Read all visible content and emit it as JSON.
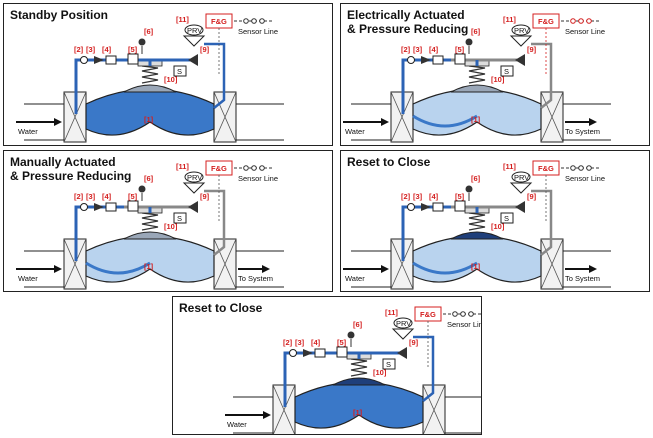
{
  "common": {
    "fg_label": "F&G",
    "sensor_label": "Sensor Line",
    "water_label": "Water",
    "system_label": "To System",
    "pilot_label": "PRV",
    "solenoid_label": "S",
    "labels": [
      "[1]",
      "[2]",
      "[3]",
      "[4]",
      "[5]",
      "[6]",
      "[9]",
      "[10]",
      "[11]"
    ]
  },
  "panels": [
    {
      "title": "Standby Position",
      "state": "standby",
      "show_system": false
    },
    {
      "title": "Electrically Actuated\n& Pressure Reducing",
      "state": "electric",
      "show_system": true
    },
    {
      "title": "Manually Actuated\n& Pressure Reducing",
      "state": "manual",
      "show_system": true
    },
    {
      "title": "Reset to Close",
      "state": "reset",
      "show_system": true
    },
    {
      "title": "Reset to Close",
      "state": "reset2",
      "show_system": false
    }
  ],
  "colors": {
    "water": "#3a78c8",
    "water_light": "#b9d3ee",
    "pipe_blue": "#2c63b5",
    "label_red": "#d41f1f",
    "fg_border": "#d41f1f",
    "outline": "#222222"
  }
}
